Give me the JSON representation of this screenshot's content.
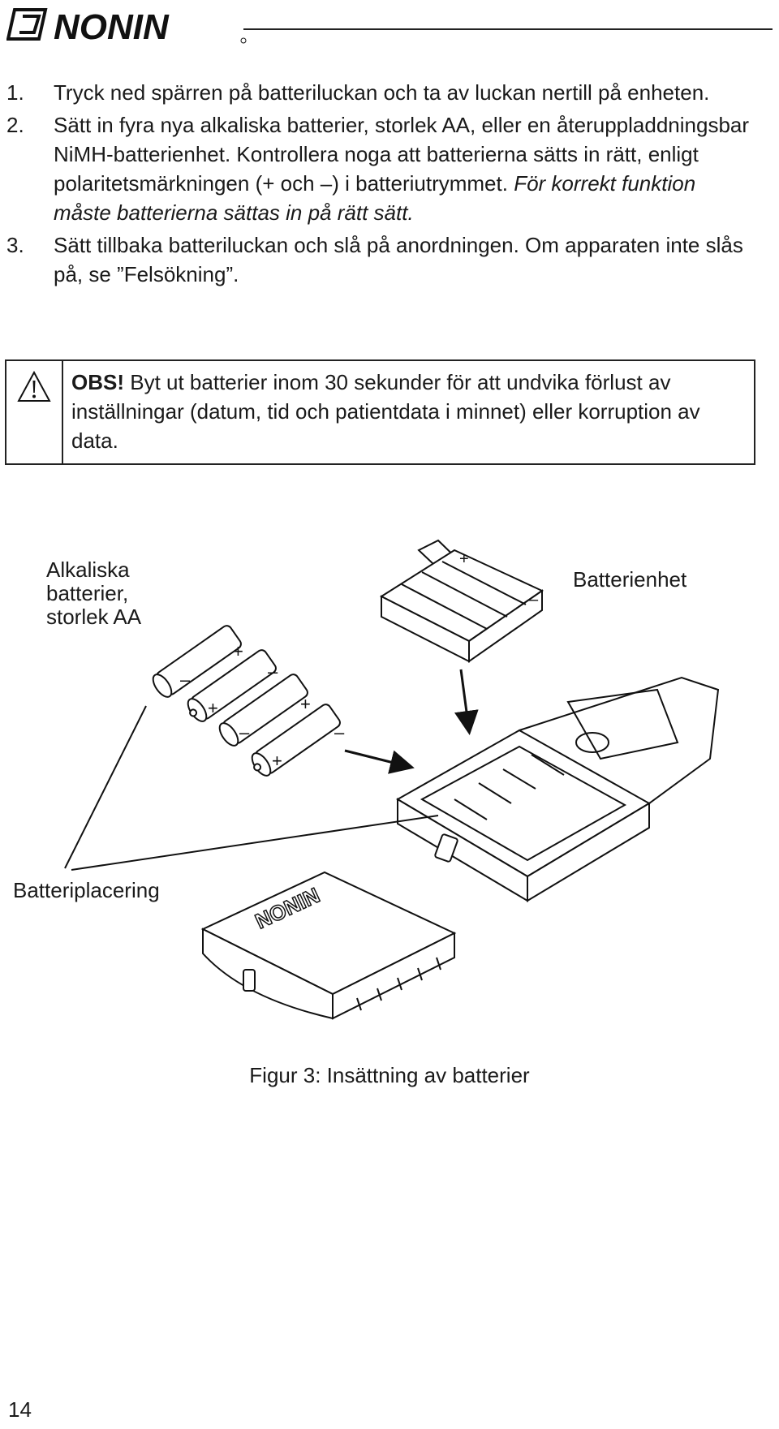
{
  "header": {
    "brand": "NONIN"
  },
  "steps": [
    {
      "num": "1.",
      "text": "Tryck ned spärren på batteriluckan och ta av luckan nertill på enheten.",
      "italic": ""
    },
    {
      "num": "2.",
      "text": "Sätt in fyra nya alkaliska batterier, storlek AA, eller en återuppladdningsbar NiMH-batterienhet. Kontrollera noga att batterierna sätts in rätt, enligt polaritetsmärkningen (+ och –) i batteriutrymmet. ",
      "italic": "För korrekt funktion måste batterierna sättas in på rätt sätt."
    },
    {
      "num": "3.",
      "text": "Sätt tillbaka batteriluckan och slå på anordningen. Om apparaten inte slås på, se ”Felsökning”.",
      "italic": ""
    }
  ],
  "note": {
    "icon": "warning-triangle-icon",
    "label": "OBS!",
    "text": " Byt ut batterier inom 30 sekunder för att undvika förlust av inställningar (datum, tid och patientdata i minnet) eller korruption av data."
  },
  "figure": {
    "labels": {
      "aa_batteries": "Alkaliska batterier, storlek AA",
      "battery_pack": "Batterienhet",
      "placement": "Batteriplacering"
    },
    "battery_polarity": {
      "plus": "+",
      "minus": "–"
    },
    "caption": "Figur 3: Insättning av batterier"
  },
  "page_number": "14"
}
